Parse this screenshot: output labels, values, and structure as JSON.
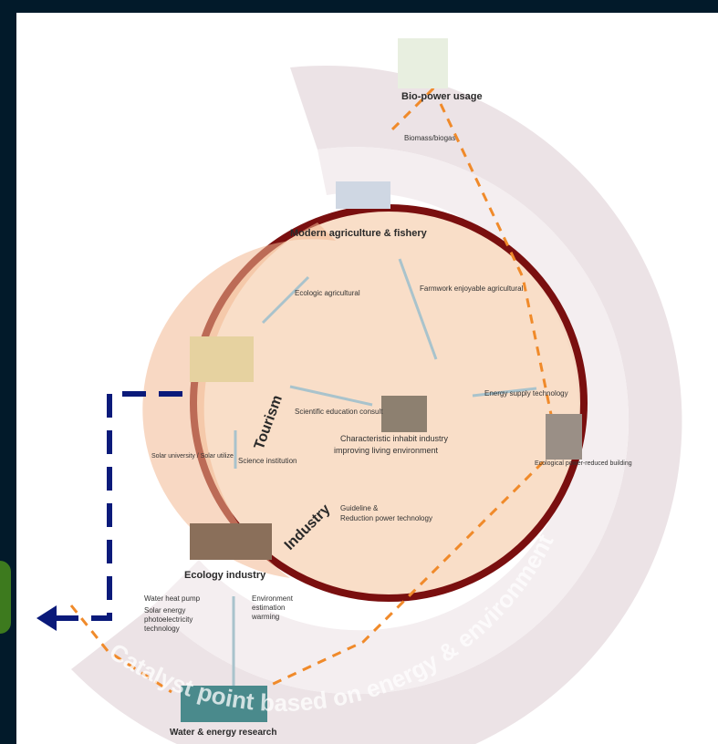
{
  "labels": {
    "bio_power_usage": "Bio-power usage",
    "biomass_biogas": "Biomass/biogas",
    "modern_agriculture": "Modern agriculture & fishery",
    "ecologic_agricultural": "Ecologic agricultural",
    "farmwork": "Farmwork enjoyable agricultural",
    "tourism": "Tourism",
    "scientific_education": "Scientific education consult",
    "characteristic_inhabit": "Characteristic inhabit industry",
    "improving_living": "improving living environment",
    "energy_supply": "Energy supply technology",
    "ecological_building": "Ecological power-reduced building",
    "science_institution": "Science institution",
    "solar_university": "Solar university / Solar utilize",
    "industry": "Industry",
    "guideline": "Guideline &",
    "reduction_power": "Reduction power technology",
    "ecology_industry": "Ecology industry",
    "water_heat_pump": "Water heat pump",
    "solar_energy": "Solar energy",
    "photoelectricity": "photoelectricity",
    "technology": "technology",
    "environment": "Environment",
    "estimation": "estimation",
    "warming": "warming",
    "water_energy_research": "Water & energy research",
    "catalyst_arc": "Catalyst point based on energy & environment"
  },
  "colors": {
    "background": "#021a2a",
    "circle_border": "#7a0f0f",
    "circle_fill": "#f5c9a8",
    "dashed_orange": "#f08a2a",
    "dashed_blue": "#0a1a7a",
    "arc_fill": "#ece3e6"
  }
}
